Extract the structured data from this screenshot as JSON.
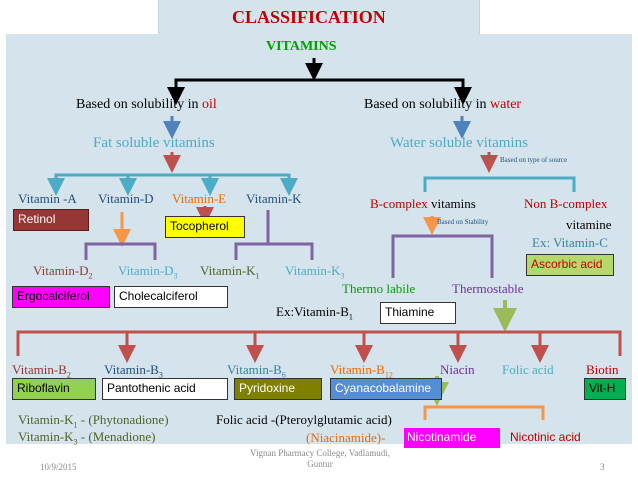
{
  "title": "CLASSIFICATION",
  "root": "VITAMINS",
  "branches": {
    "oil_basis": {
      "prefix": "Based on solubility in ",
      "keyword": "oil"
    },
    "water_basis": {
      "prefix": "Based on solubility in ",
      "keyword": "water"
    }
  },
  "fat_soluble": {
    "label": "Fat soluble vitamins",
    "vitamins": [
      "Vitamin -A",
      "Vitamin-D",
      "Vitamin-E",
      "Vitamin-K"
    ],
    "names": {
      "a": "Retinol",
      "e": "Tocopherol"
    },
    "d_types": {
      "d2": "Vitamin-D",
      "d2_sub": "2",
      "d3": "Vitamin-D",
      "d3_sub": "3",
      "d2_name": "Ergocalciferol",
      "d3_name": "Cholecalciferol"
    },
    "k_types": {
      "k1": "Vitamin-K",
      "k1_sub": "1",
      "k3": "Vitamin-K",
      "k3_sub": "3"
    }
  },
  "water_soluble": {
    "label": "Water soluble vitamins",
    "note_type": "Based on type of source",
    "b_complex": "B-complex",
    "b_complex_rest": " vitamins",
    "non_b": {
      "line1": "Non B-complex",
      "line2": "vitamine",
      "example": "Ex: Vitamin-C",
      "name": "Ascorbic acid"
    },
    "note_stability": "Based on Stability",
    "thermo_labile": "Thermo labile",
    "thermostable": "Thermostable",
    "example_b1": {
      "text": "Ex:Vitamin-B",
      "sub": "1",
      "name": "Thiamine"
    }
  },
  "b_vitamins": [
    {
      "label": "Vitamin-B",
      "sub": "2",
      "name": "Riboflavin"
    },
    {
      "label": "Vitamin-B",
      "sub": "3",
      "name": "Pantothenic acid"
    },
    {
      "label": "Vitamin-B",
      "sub": "6",
      "name": "Pyridoxine"
    },
    {
      "label": "Vitamin-B",
      "sub": "12",
      "name": "Cyanacobalamine"
    },
    {
      "label": "Niacin",
      "sub": "",
      "name": ""
    },
    {
      "label": "Folic acid",
      "sub": "",
      "name": ""
    },
    {
      "label": "Biotin",
      "sub": "",
      "name": "Vit-H"
    }
  ],
  "notes": {
    "k1": {
      "text": "Vitamin-K",
      "sub": "1",
      "rest": " - (Phytonadione)"
    },
    "k3": {
      "text": "Vitamin-K",
      "sub": "3",
      "rest": " - (Menadione)"
    },
    "folic": "Folic acid -(Pteroylglutamic acid)",
    "niacinamide": "(Niacinamide)-",
    "nicotinamide": "Nicotinamide",
    "nicotinic": "Nicotinic acid"
  },
  "footer": {
    "date": "10/9/2015",
    "institution_line1": "Vignan Pharmacy College, Vadlamudi,",
    "institution_line2": "Guntur",
    "page": "3"
  },
  "colors": {
    "title_red": "#c00000",
    "root_green": "#00a000",
    "teal": "#31849b",
    "blue": "#1f4e79",
    "orange": "#e46c0a",
    "purple": "#7030a0",
    "red_arrow": "#c0504d",
    "green_arrow": "#9bbb59",
    "retinol_bg": "#953735",
    "tocopherol_bg": "#ffff00",
    "ergocalciferol_bg": "#ff00ff",
    "ascorbic_bg": "#b3d96c",
    "riboflavin_bg": "#92d050",
    "pyridoxine_bg": "#7f7f00",
    "cyanacobalamine_bg": "#558ed5",
    "vith_bg": "#00b050",
    "nicotinamide_bg": "#ff00ff"
  }
}
